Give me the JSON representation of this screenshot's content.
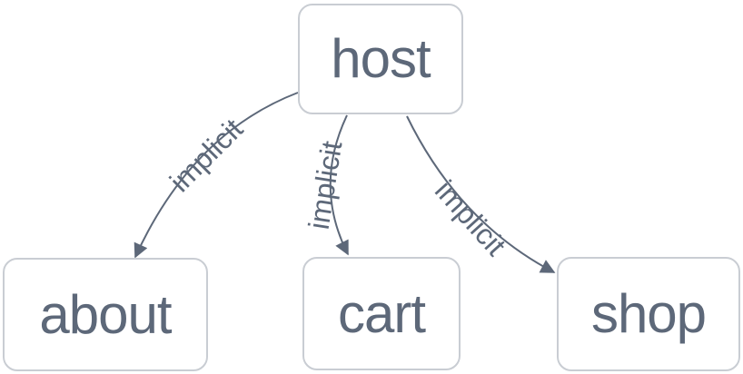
{
  "diagram": {
    "type": "graph",
    "background_color": "#ffffff",
    "node_fill_color": "#ffffff",
    "node_border_color": "#c9cdd3",
    "node_text_color": "#5d6879",
    "edge_color": "#5d6879",
    "edge_label_color": "#5d6879",
    "nodes": [
      {
        "id": "host",
        "label": "host",
        "position": "top-center"
      },
      {
        "id": "about",
        "label": "about",
        "position": "bottom-left"
      },
      {
        "id": "cart",
        "label": "cart",
        "position": "bottom-center"
      },
      {
        "id": "shop",
        "label": "shop",
        "position": "bottom-right"
      }
    ],
    "edges": [
      {
        "from": "host",
        "to": "about",
        "label": "implicit",
        "arrow": "to"
      },
      {
        "from": "host",
        "to": "cart",
        "label": "implicit",
        "arrow": "to"
      },
      {
        "from": "host",
        "to": "shop",
        "label": "implicit",
        "arrow": "to"
      }
    ]
  }
}
